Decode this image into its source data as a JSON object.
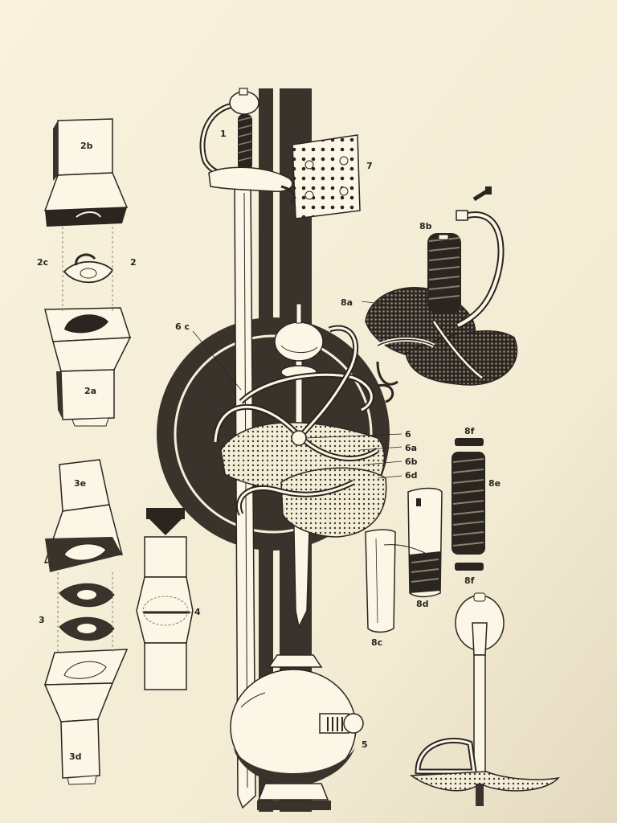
{
  "colors": {
    "paper": "#f6efd9",
    "ink": "#2b2520",
    "shade": "#3a332c",
    "light": "#fbf6e6"
  },
  "labels": {
    "l1": "1",
    "l2": "2",
    "l2a": "2a",
    "l2b": "2b",
    "l2c": "2c",
    "l3": "3",
    "l3d": "3d",
    "l3e": "3e",
    "l4": "4",
    "l5": "5",
    "l6": "6",
    "l6a": "6a",
    "l6b": "6b",
    "l6c": "6 c",
    "l6d": "6d",
    "l7": "7",
    "l8a": "8a",
    "l8b": "8b",
    "l8c": "8c",
    "l8d": "8d",
    "l8e": "8e",
    "l8f_top": "8f",
    "l8f_bottom": "8f"
  }
}
